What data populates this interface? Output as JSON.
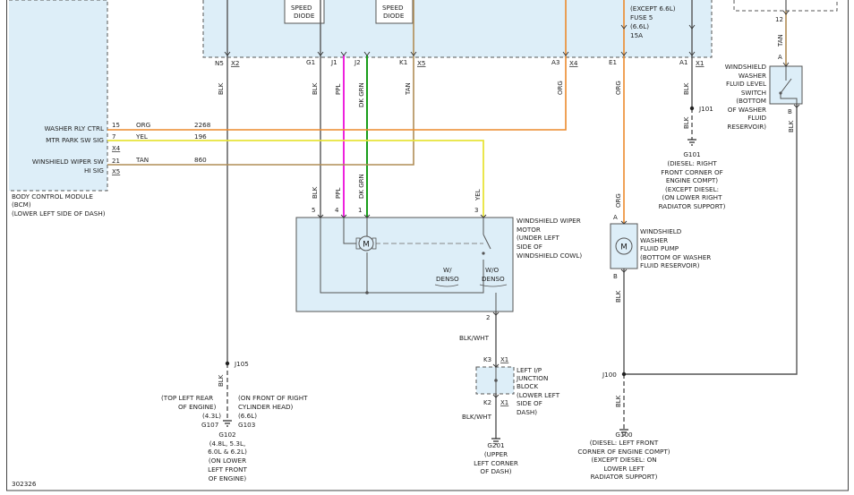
{
  "diagram_id": "302326",
  "colors": {
    "blk": "#555555",
    "ppl": "#ee22dd",
    "dk_grn": "#1a9d1a",
    "tan": "#b08d57",
    "org": "#ec8a2c",
    "yel": "#e8e43a",
    "box_fill": "#ddeef8",
    "frame": "#444444"
  },
  "bcm": {
    "title": [
      "BODY CONTROL MODULE",
      "(BCM)",
      "(LOWER LEFT SIDE OF DASH)"
    ],
    "pins": [
      {
        "label": "WASHER RLY CTRL",
        "pin": "15",
        "color": "ORG",
        "circuit": "2268"
      },
      {
        "label": "MTR PARK SW SIG",
        "pin": "7",
        "color": "YEL",
        "circuit": "196"
      },
      {
        "label": "",
        "pin": "X4",
        "color": "",
        "circuit": ""
      },
      {
        "label": "WINSHIELD WIPER SW",
        "pin": "21",
        "color": "TAN",
        "circuit": "860"
      },
      {
        "label": "HI SIG",
        "pin": "X5",
        "color": "",
        "circuit": ""
      }
    ]
  },
  "top_box": {
    "diode_1": [
      "SPEED",
      "DIODE"
    ],
    "diode_2": [
      "SPEED",
      "DIODE"
    ],
    "fuse": [
      "(EXCEPT 6.6L)",
      "FUSE 5",
      "(6.6L)",
      "15A"
    ],
    "connectors": [
      {
        "pin": "N5",
        "conn": "X2"
      },
      {
        "pin": "G1",
        "conn": ""
      },
      {
        "pin": "J1",
        "conn": ""
      },
      {
        "pin": "J2",
        "conn": ""
      },
      {
        "pin": "K1",
        "conn": "X5"
      },
      {
        "pin": "A3",
        "conn": "X4"
      },
      {
        "pin": "E1",
        "conn": ""
      },
      {
        "pin": "A1",
        "conn": "X1"
      }
    ]
  },
  "wires_top": [
    "BLK",
    "BLK",
    "PPL",
    "DK GRN",
    "TAN",
    "ORG",
    "ORG",
    "BLK"
  ],
  "wires_motor": [
    "BLK",
    "PPL",
    "DK GRN",
    "YEL"
  ],
  "motor": {
    "title": [
      "WINDSHIELD WIPER",
      "MOTOR",
      "(UNDER LEFT",
      "SIDE OF",
      "WINDSHIELD COWL)"
    ],
    "pins_top": [
      "5",
      "4",
      "1",
      "3"
    ],
    "pin_bottom": "2",
    "symbol": "M",
    "w_denso": [
      "W/",
      "DENSO"
    ],
    "wo_denso": [
      "W/O",
      "DENSO"
    ]
  },
  "splice_j105": "J105",
  "wire_j105_down": "BLK",
  "ground_left_a": [
    "(TOP LEFT REAR",
    "OF ENGINE)",
    "(4.3L)",
    "G107"
  ],
  "ground_left_b": [
    "(ON FRONT OF RIGHT",
    "CYLINDER HEAD)",
    "(6.6L)",
    "G103"
  ],
  "ground_g102": [
    "G102",
    "(4.8L, 5.3L,",
    "6.0L & 6.2L)",
    "(ON LOWER",
    "LEFT FRONT",
    "OF ENGINE)"
  ],
  "wire_blk_wht": "BLK/WHT",
  "junction": {
    "title": [
      "LEFT I/P",
      "JUNCTION",
      "BLOCK",
      "(LOWER LEFT",
      "SIDE OF",
      "DASH)"
    ],
    "pin_top": "K3",
    "conn_top": "X1",
    "pin_bottom": "K2",
    "conn_bottom": "X1"
  },
  "ground_g201": [
    "G201",
    "(UPPER",
    "LEFT CORNER",
    "OF DASH)"
  ],
  "pump": {
    "title": [
      "WINDSHIELD",
      "WASHER",
      "FLUID PUMP",
      "(BOTTOM OF WASHER",
      "FLUID RESERVOIR)"
    ],
    "pin_top": "A",
    "pin_bottom": "B",
    "symbol": "M",
    "wire_in": "ORG",
    "wire_out": "BLK"
  },
  "splice_j100": "J100",
  "wire_j100_down": "BLK",
  "ground_g100": [
    "G100",
    "(DIESEL: LEFT FRONT",
    "CORNER OF ENGINE COMPT)",
    "(EXCEPT DIESEL: ON",
    "LOWER LEFT",
    "RADIATOR SUPPORT)"
  ],
  "splice_j101": "J101",
  "wire_j101_down": "BLK",
  "ground_g101": [
    "G101",
    "(DIESEL: RIGHT",
    "FRONT CORNER OF",
    "ENGINE COMPT)",
    "(EXCEPT DIESEL:",
    "(ON LOWER RIGHT",
    "RADIATOR SUPPORT)"
  ],
  "level_switch": {
    "title": [
      "WINDSHIELD",
      "WASHER",
      "FLUID LEVEL",
      "SWITCH",
      "(BOTTOM",
      "OF WASHER",
      "FLUID",
      "RESERVOIR)"
    ],
    "pin_top": "A",
    "pin_bottom": "B",
    "wire_in": "TAN",
    "wire_out": "BLK",
    "upper_pin": "12"
  }
}
